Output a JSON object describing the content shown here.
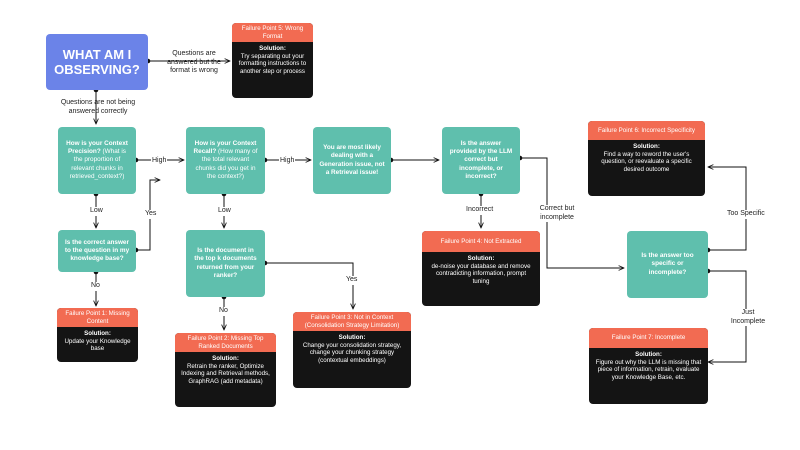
{
  "start": {
    "line1": "WHAT AM I",
    "line2": "OBSERVING?"
  },
  "nodes": {
    "precision": {
      "q1": "How is your Context Precision?",
      "q2": "(What is the proportion of relevant chunks in retrieved_context?)"
    },
    "recall": {
      "q1": "How is your Context Recall?",
      "q2": "(How many of the total relevant chunks did you get in the context?)"
    },
    "generation": {
      "text": "You are most likely dealing with a Generation issue, not a Retrieval issue!"
    },
    "llm_correct": {
      "text": "Is the answer provided by the LLM correct but incomplete, or incorrect?"
    },
    "kb_answer": {
      "text": "Is the correct answer to the question in my knowledge base?"
    },
    "top_k": {
      "text": "Is the document in the top k documents returned from your ranker?"
    },
    "specific": {
      "text": "Is the answer too specific or incomplete?"
    }
  },
  "failures": {
    "fp1": {
      "title": "Failure Point 1: Missing Content",
      "solution_label": "Solution:",
      "solution": "Update your Knowledge base"
    },
    "fp2": {
      "title": "Failure Point 2: Missing Top Ranked Documents",
      "solution_label": "Solution:",
      "solution": "Retrain the ranker, Optimize Indexing and Retrieval methods, GraphRAG (add metadata)"
    },
    "fp3": {
      "title": "Failure Point 3: Not in Context (Consolidation Strategy Limitation)",
      "solution_label": "Solution:",
      "solution": "Change your consolidation strategy, change your chunking strategy (contextual embeddings)"
    },
    "fp4": {
      "title": "Failure Point 4: Not Extracted",
      "solution_label": "Solution:",
      "solution": "de-noise your database and remove contradicting information, prompt tuning"
    },
    "fp5": {
      "title": "Failure Point 5: Wrong Format",
      "solution_label": "Solution:",
      "solution": "Try separating out your formatting instructions to another step or process"
    },
    "fp6": {
      "title": "Failure Point 6: Incorrect Specificity",
      "solution_label": "Solution:",
      "solution": "Find a way to reword the user's question, or reevaluate a specific desired outcome"
    },
    "fp7": {
      "title": "Failure Point 7: Incomplete",
      "solution_label": "Solution:",
      "solution": "Figure out why the LLM is missing that piece of information, retrain, evaluate your Knowledge Base, etc."
    }
  },
  "edges": {
    "format_wrong": "Questions are answered but the format is wrong",
    "not_correct": "Questions are not being answered correctly",
    "high1": "High",
    "high2": "High",
    "low1": "Low",
    "low2": "Low",
    "yes1": "Yes",
    "no1": "No",
    "yes2": "Yes",
    "no2": "No",
    "incorrect": "Incorrect",
    "correct_incomplete": "Correct but incomplete",
    "too_specific": "Too Specific",
    "just_incomplete": "Just Incomplete"
  }
}
